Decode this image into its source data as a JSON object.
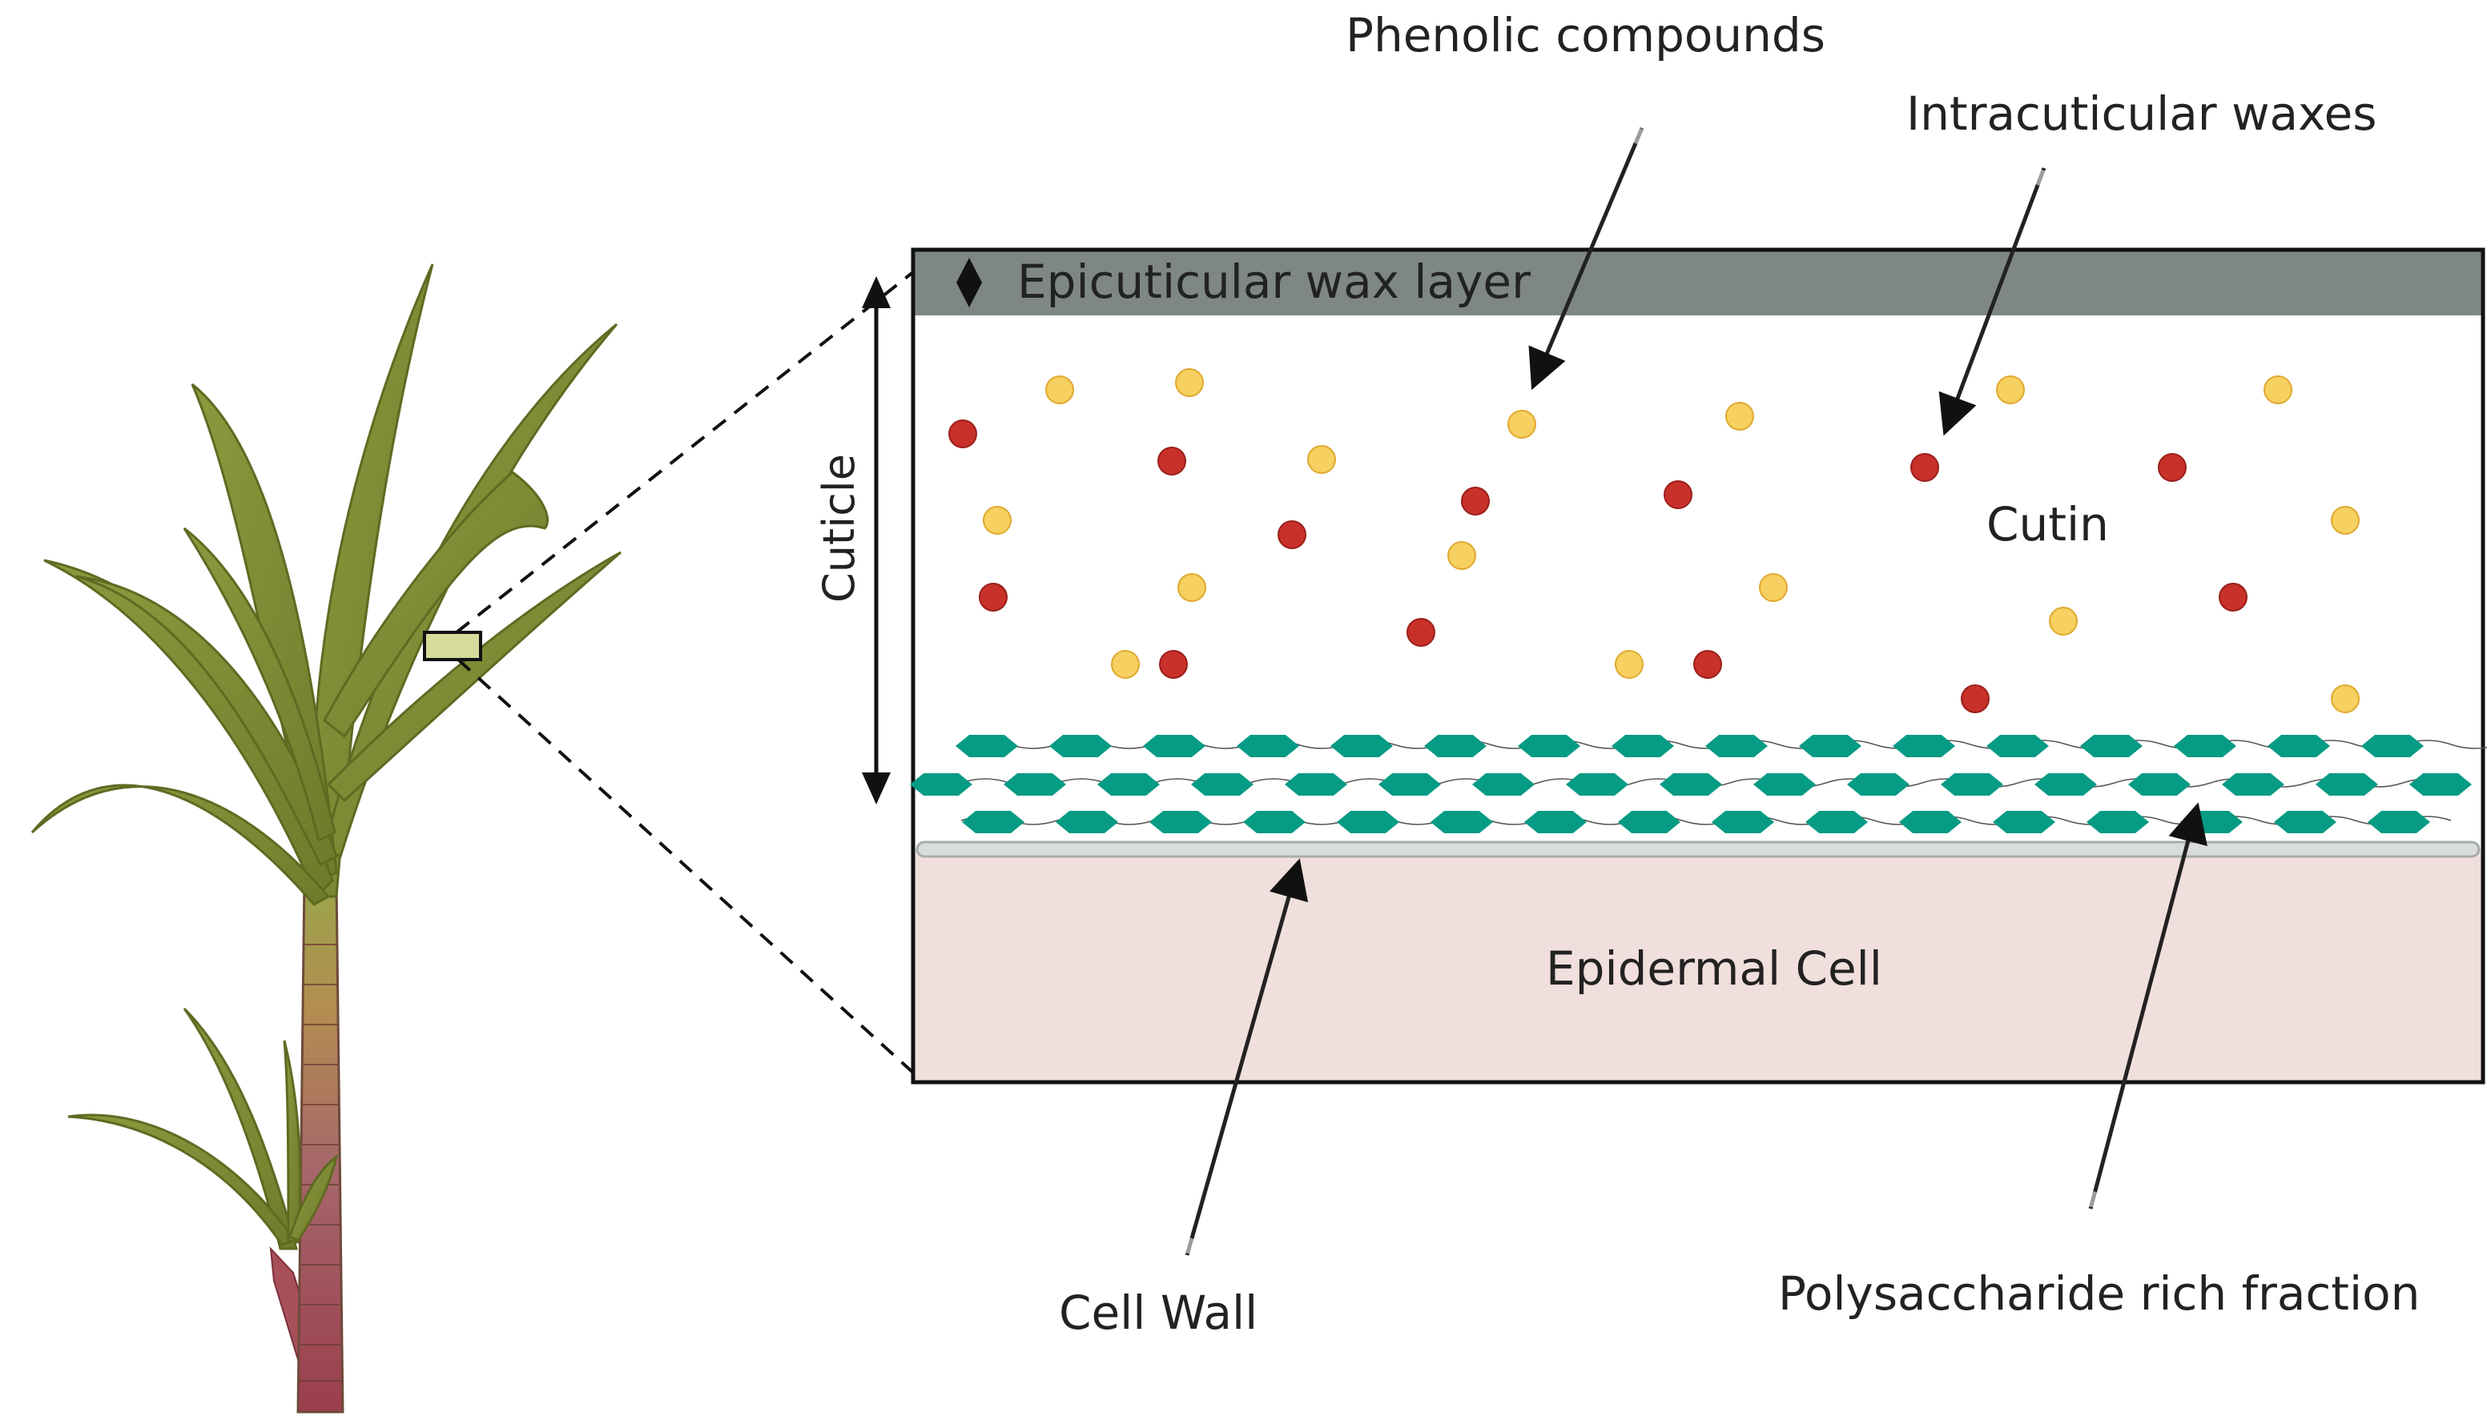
{
  "labels": {
    "phenolic": "Phenolic compounds",
    "intracuticular": "Intracuticular waxes",
    "epicuticular": "Epicuticular wax layer",
    "cutin": "Cutin",
    "cuticle": "Cuticle",
    "epidermal": "Epidermal Cell",
    "cell_wall": "Cell Wall",
    "polysaccharide": "Polysaccharide rich fraction"
  },
  "colors": {
    "wax_layer": "#7f8786",
    "phenolic_dot": "#f6d060",
    "intracuticular_dot": "#c8302a",
    "polysaccharide": "#069b84",
    "epidermal": "#f0dfdc",
    "leaf": "#7d8a34",
    "stem_upper": "#b88a4e",
    "stem_lower": "#a54a58"
  },
  "icons": [
    "sugarcane-plant-icon",
    "zoom-box-icon",
    "double-arrow-icon",
    "diamond-arrow-icon"
  ]
}
